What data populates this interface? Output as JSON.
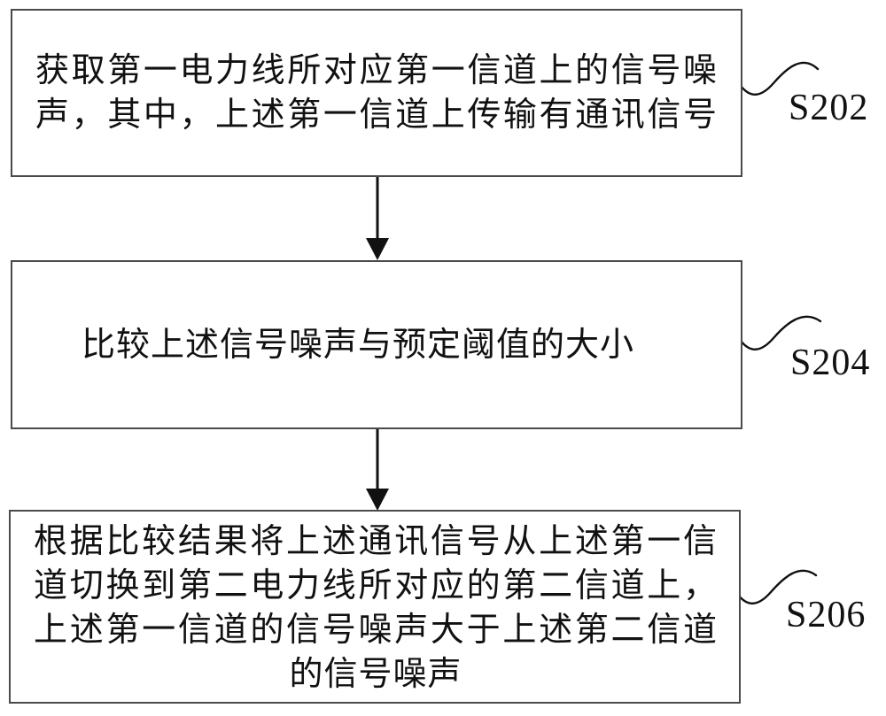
{
  "figure": {
    "type": "flowchart",
    "steps": [
      {
        "label": "S202",
        "lines": [
          "获取第一电力线所对应第一信道上的信号噪",
          "声，其中，上述第一信道上传输有通讯信号"
        ]
      },
      {
        "label": "S204",
        "lines": [
          "比较上述信号噪声与预定阈值的大小"
        ]
      },
      {
        "label": "S206",
        "lines": [
          "根据比较结果将上述通讯信号从上述第一信",
          "道切换到第二电力线所对应的第二信道上，",
          "上述第一信道的信号噪声大于上述第二信道",
          "的信号噪声"
        ]
      }
    ],
    "connectors": [
      {
        "from": "S202-box",
        "to": "S204-box",
        "style": "solid-arrow-down"
      },
      {
        "from": "S204-box",
        "to": "S206-box",
        "style": "solid-arrow-down"
      }
    ],
    "colors": {
      "background": "#ffffff",
      "box_border": "#4a4a4a",
      "text": "#111111",
      "arrow": "#111111"
    }
  }
}
